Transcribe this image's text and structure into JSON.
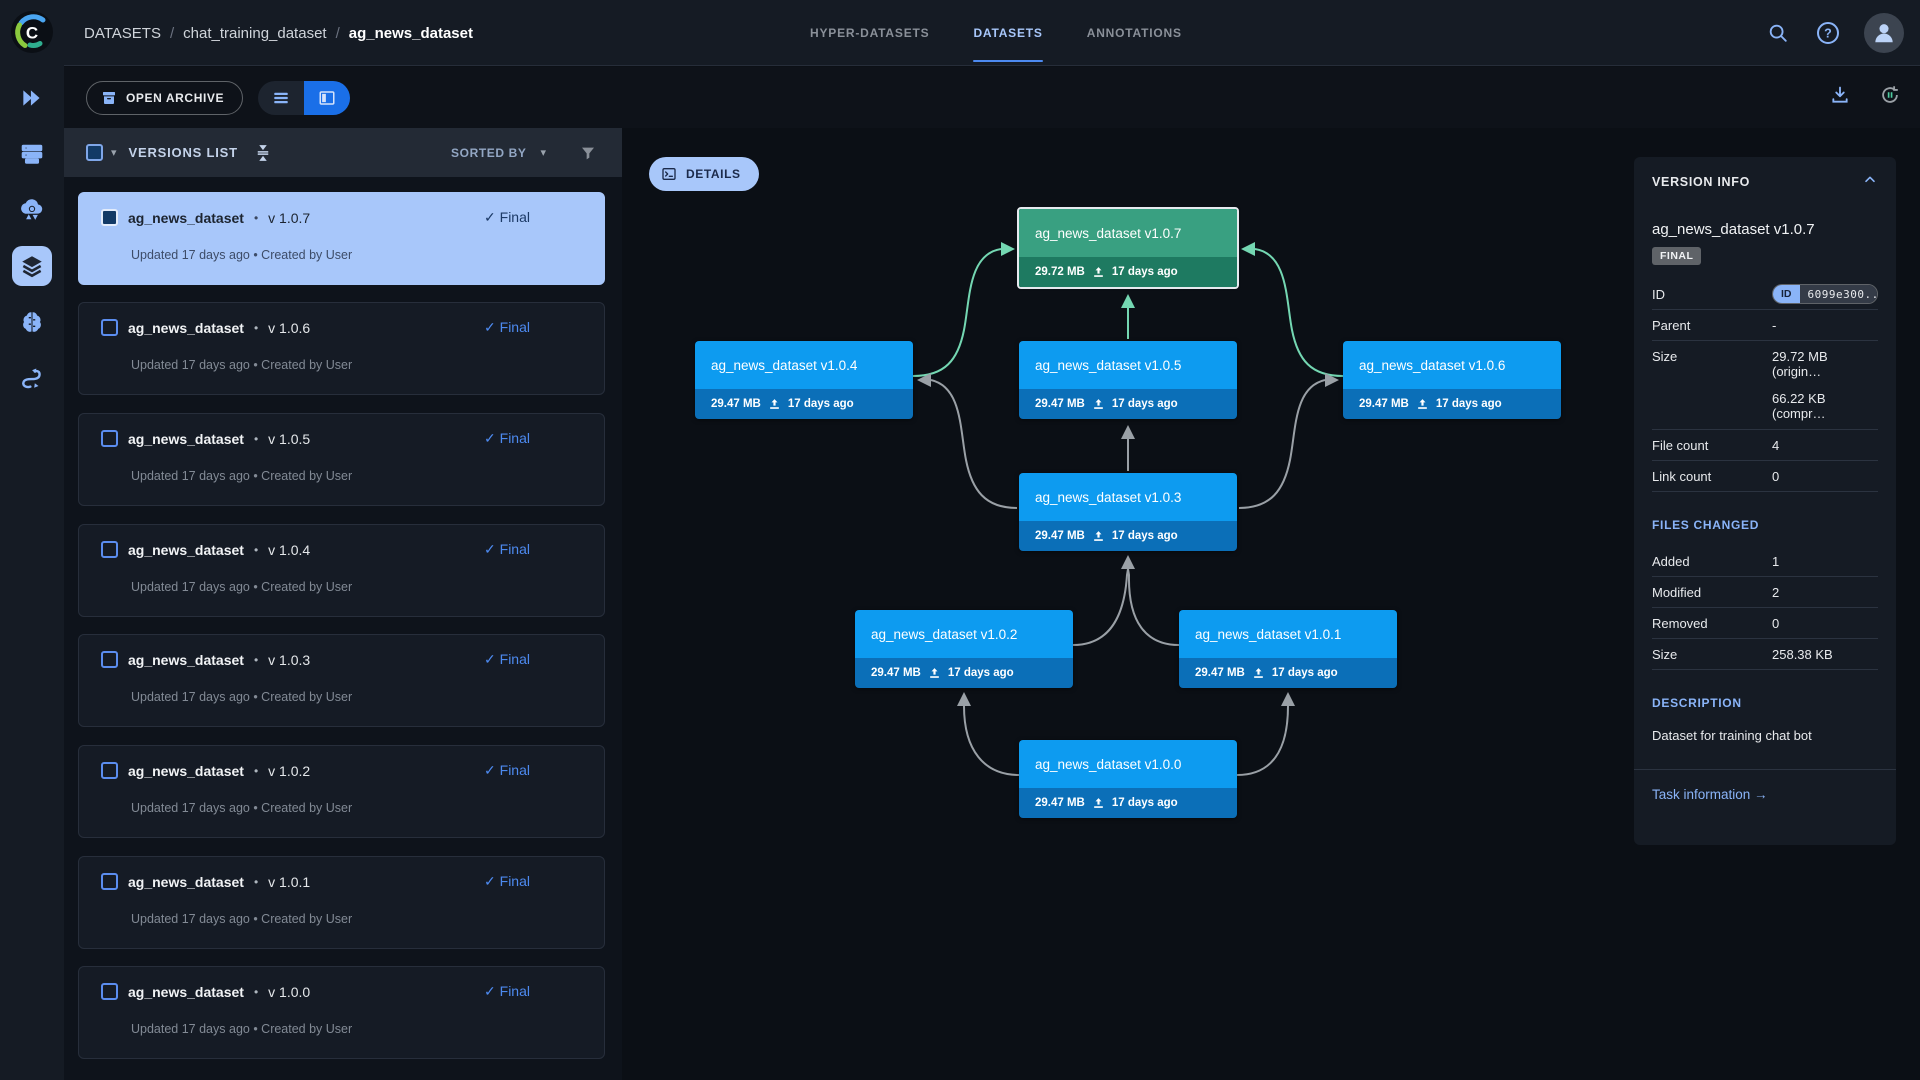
{
  "glyphs": {
    "caret_down": "▾",
    "check": "✓",
    "bullet": "•",
    "chevron_up_note": "chevron rendered as svg"
  },
  "brand": {
    "letter": "C"
  },
  "breadcrumb": {
    "root": "DATASETS",
    "sep1": "/",
    "project": "chat_training_dataset",
    "sep2": "/",
    "dataset": "ag_news_dataset"
  },
  "tabs": [
    {
      "label": "HYPER-DATASETS"
    },
    {
      "label": "DATASETS"
    },
    {
      "label": "ANNOTATIONS"
    }
  ],
  "toolbar": {
    "open_archive": "OPEN ARCHIVE"
  },
  "versions": {
    "title": "VERSIONS LIST",
    "sorted_by": "SORTED BY",
    "items": [
      {
        "name": "ag_news_dataset",
        "version": "v 1.0.7",
        "status": "Final",
        "meta": "Updated 17 days ago  •  Created by User"
      },
      {
        "name": "ag_news_dataset",
        "version": "v 1.0.6",
        "status": "Final",
        "meta": "Updated 17 days ago  •  Created by User"
      },
      {
        "name": "ag_news_dataset",
        "version": "v 1.0.5",
        "status": "Final",
        "meta": "Updated 17 days ago  •  Created by User"
      },
      {
        "name": "ag_news_dataset",
        "version": "v 1.0.4",
        "status": "Final",
        "meta": "Updated 17 days ago  •  Created by User"
      },
      {
        "name": "ag_news_dataset",
        "version": "v 1.0.3",
        "status": "Final",
        "meta": "Updated 17 days ago  •  Created by User"
      },
      {
        "name": "ag_news_dataset",
        "version": "v 1.0.2",
        "status": "Final",
        "meta": "Updated 17 days ago  •  Created by User"
      },
      {
        "name": "ag_news_dataset",
        "version": "v 1.0.1",
        "status": "Final",
        "meta": "Updated 17 days ago  •  Created by User"
      },
      {
        "name": "ag_news_dataset",
        "version": "v 1.0.0",
        "status": "Final",
        "meta": "Updated 17 days ago  •  Created by User"
      }
    ]
  },
  "graph": {
    "details_button": "DETAILS",
    "nodes": [
      {
        "title": "ag_news_dataset v1.0.7",
        "size": "29.72 MB",
        "date": "17 days ago"
      },
      {
        "title": "ag_news_dataset v1.0.4",
        "size": "29.47 MB",
        "date": "17 days ago"
      },
      {
        "title": "ag_news_dataset v1.0.5",
        "size": "29.47 MB",
        "date": "17 days ago"
      },
      {
        "title": "ag_news_dataset v1.0.6",
        "size": "29.47 MB",
        "date": "17 days ago"
      },
      {
        "title": "ag_news_dataset v1.0.3",
        "size": "29.47 MB",
        "date": "17 days ago"
      },
      {
        "title": "ag_news_dataset v1.0.2",
        "size": "29.47 MB",
        "date": "17 days ago"
      },
      {
        "title": "ag_news_dataset v1.0.1",
        "size": "29.47 MB",
        "date": "17 days ago"
      },
      {
        "title": "ag_news_dataset v1.0.0",
        "size": "29.47 MB",
        "date": "17 days ago"
      }
    ]
  },
  "panel": {
    "header": "VERSION INFO",
    "title": "ag_news_dataset v1.0.7",
    "badge": "FINAL",
    "id_label": "ID",
    "id_tag": "ID",
    "id_value": "6099e300...",
    "parent_label": "Parent",
    "parent_value": "-",
    "size_label": "Size",
    "size_value_original": "29.72 MB (origin…",
    "size_value_compressed": "66.22 KB (compr…",
    "file_count_label": "File count",
    "file_count_value": "4",
    "link_count_label": "Link count",
    "link_count_value": "0",
    "files_changed_heading": "FILES CHANGED",
    "added_label": "Added",
    "added_value": "1",
    "modified_label": "Modified",
    "modified_value": "2",
    "removed_label": "Removed",
    "removed_value": "0",
    "fc_size_label": "Size",
    "fc_size_value": "258.38 KB",
    "description_heading": "DESCRIPTION",
    "description": "Dataset for training chat bot",
    "task_link": "Task information →"
  },
  "colors": {
    "accent_blue": "#4d8af0",
    "light_blue": "#a8c7fa",
    "node_blue_header": "#0d9bf0",
    "node_blue_footer": "#0b6fb8",
    "node_green_header": "#39a081",
    "node_green_footer": "#1e7a61",
    "edge_gray": "#9aa0a6",
    "edge_green": "#74d7b2",
    "selected_item_bg": "#a8c7fa",
    "topbar_bg": "#151b24",
    "page_bg": "#0c1016"
  }
}
